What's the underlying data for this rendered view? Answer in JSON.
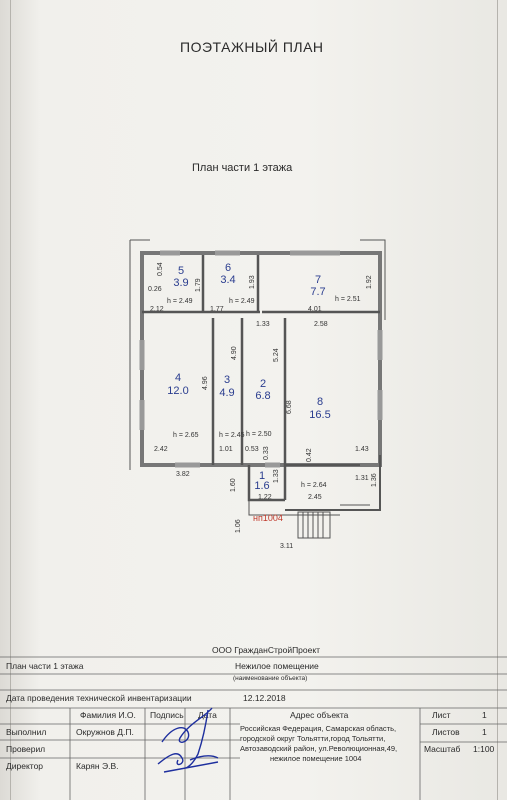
{
  "page_title": "ПОЭТАЖНЫЙ ПЛАН",
  "plan_title": "План части  1 этажа",
  "rooms": [
    {
      "num": "5",
      "area": "3.9"
    },
    {
      "num": "6",
      "area": "3.4"
    },
    {
      "num": "7",
      "area": "7.7"
    },
    {
      "num": "4",
      "area": "12.0"
    },
    {
      "num": "3",
      "area": "4.9"
    },
    {
      "num": "2",
      "area": "6.8"
    },
    {
      "num": "8",
      "area": "16.5"
    },
    {
      "num": "1",
      "area": "1.6"
    }
  ],
  "heights": [
    "h = 2.49",
    "h = 2.49",
    "h = 2.51",
    "h = 2.65",
    "h = 2.45",
    "h = 2.50",
    "h = 2.64"
  ],
  "dims": [
    "0.54",
    "0.26",
    "2.12",
    "1.79",
    "1.77",
    "1.93",
    "4.01",
    "1.92",
    "1.33",
    "2.58",
    "4.90",
    "4.96",
    "5.24",
    "6.68",
    "2.42",
    "1.01",
    "0.53",
    "0.33",
    "1.43",
    "0.42",
    "1.31",
    "3.82",
    "1.60",
    "1.33",
    "1.22",
    "2.45",
    "1.36",
    "1.06",
    "3.11"
  ],
  "premise_label": "нп1004",
  "stamp": {
    "org": "ООО ГражданСтройПроект",
    "object_name": "Нежилое помещение",
    "object_caption": "(наименование объекта)",
    "plan_part": "План части 1 этажа",
    "inventory_label": "Дата проведения технической инвентаризации",
    "inventory_date": "12.12.2018",
    "col_name": "Фамилия И.О.",
    "col_sign": "Подпись",
    "col_date": "Дата",
    "col_address": "Адрес объекта",
    "roles": [
      "Выполнил",
      "Проверил",
      "Директор"
    ],
    "names": [
      "Окружнов Д.П.",
      "",
      "Карян Э.В."
    ],
    "address": [
      "Российская Федерация, Самарская область,",
      "городской округ Тольятти,город Тольятти,",
      "Автозаводский район, ул.Революционная,49,",
      "нежилое помещение 1004"
    ],
    "sheet_label": "Лист",
    "sheet_value": "1",
    "sheets_label": "Листов",
    "sheets_value": "1",
    "scale_label": "Масштаб",
    "scale_value": "1:100"
  }
}
